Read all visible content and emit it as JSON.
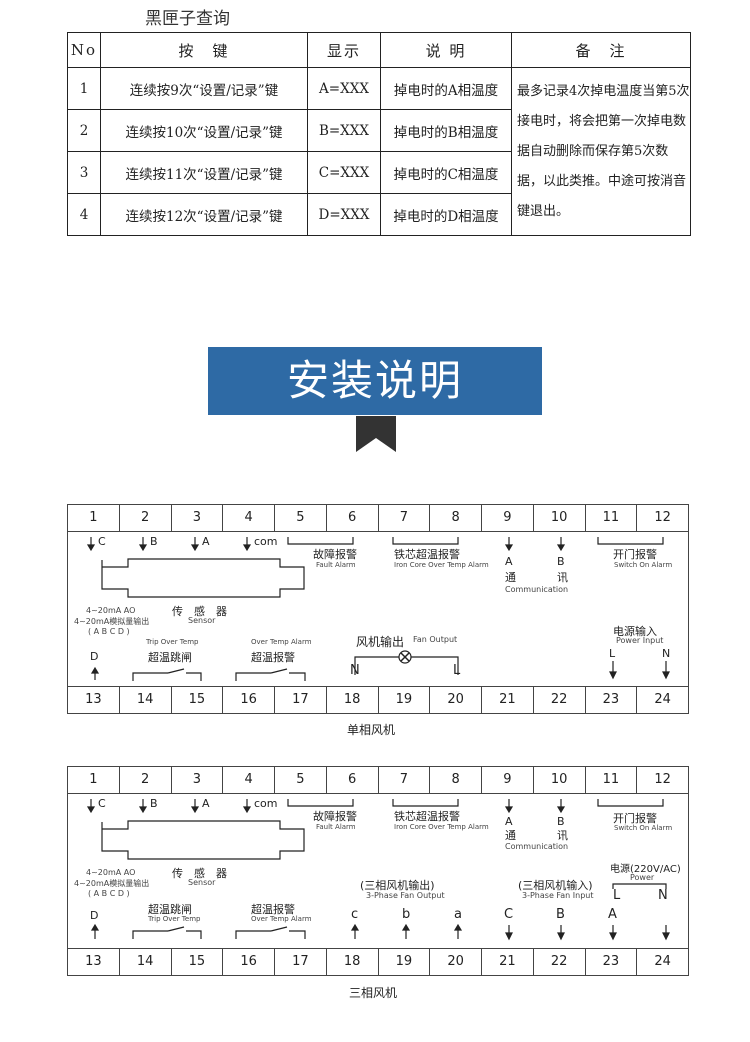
{
  "table": {
    "title": "黑匣子查询",
    "headers": [
      "No",
      "按　键",
      "显示",
      "说 明",
      "备　注"
    ],
    "rows": [
      {
        "no": "1",
        "key": "连续按9次“设置/记录”键",
        "display": "A=XXX",
        "desc": "掉电时的A相温度"
      },
      {
        "no": "2",
        "key": "连续按10次“设置/记录”键",
        "display": "B=XXX",
        "desc": "掉电时的B相温度"
      },
      {
        "no": "3",
        "key": "连续按11次“设置/记录”键",
        "display": "C=XXX",
        "desc": "掉电时的C相温度"
      },
      {
        "no": "4",
        "key": "连续按12次“设置/记录”键",
        "display": "D=XXX",
        "desc": "掉电时的D相温度"
      }
    ],
    "note": "最多记录4次掉电温度当第5次接电时，将会把第一次掉电数据自动删除而保存第5次数据，以此类推。中途可按消音键退出。"
  },
  "banner": {
    "text": "安装说明",
    "color": "#2e6aa5"
  },
  "terminals_top": [
    "1",
    "2",
    "3",
    "4",
    "5",
    "6",
    "7",
    "8",
    "9",
    "10",
    "11",
    "12"
  ],
  "terminals_bottom": [
    "13",
    "14",
    "15",
    "16",
    "17",
    "18",
    "19",
    "20",
    "21",
    "22",
    "23",
    "24"
  ],
  "single": {
    "caption": "单相风机",
    "top_labels": {
      "c": "C",
      "b": "B",
      "a": "A",
      "com": "com"
    },
    "fault_cn": "故障报警",
    "fault_en": "Fault Alarm",
    "iron_cn": "铁芯超温报警",
    "iron_en": "Iron Core Over Temp Alarm",
    "comm_a": "A",
    "comm_b": "B",
    "comm_cn1": "通",
    "comm_cn2": "讯",
    "comm_en": "Communication",
    "door_cn": "开门报警",
    "door_en": "Switch On Alarm",
    "sensor_cn": "传　感　器",
    "sensor_en": "Sensor",
    "ao1": "4~20mA AO",
    "ao2": "4~20mA模拟量输出",
    "ao3": "( A B C D )",
    "trip_en": "Trip Over Temp",
    "trip_cn": "超温跳闸",
    "over_en": "Over Temp Alarm",
    "over_cn": "超温报警",
    "d_label": "D",
    "fan_cn": "风机输出",
    "fan_en": "Fan Output",
    "n_label": "N",
    "l_label": "L",
    "power_cn": "电源输入",
    "power_en": "Power Input",
    "pl": "L",
    "pn": "N"
  },
  "three": {
    "caption": "三相风机",
    "fan_out_cn": "(三相风机输出)",
    "fan_out_en": "3-Phase Fan Output",
    "fan_in_cn": "(三相风机输入)",
    "fan_in_en": "3-Phase Fan Input",
    "power_cn": "电源(220V/AC)",
    "power_en": "Power",
    "pl": "L",
    "pn": "N",
    "out_c": "c",
    "out_b": "b",
    "out_a": "a",
    "in_c": "C",
    "in_b": "B",
    "in_a": "A"
  }
}
